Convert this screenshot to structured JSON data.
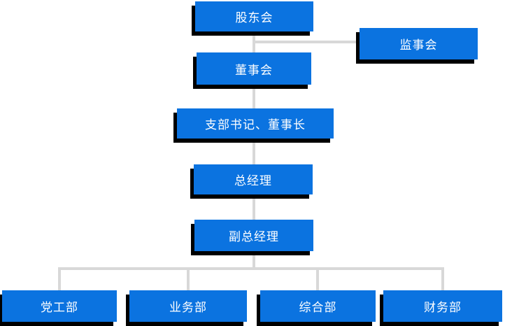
{
  "page": {
    "background": "#ffffff",
    "type": "organization-chart"
  },
  "colors": {
    "node_fill": "#0b73e0",
    "node_text": "#ffffff",
    "node_shadow": "#000000",
    "connector": "#d8d8d8"
  },
  "org_chart": {
    "nodes": [
      {
        "id": "shareholders-meeting",
        "label": "股东会",
        "parent": null
      },
      {
        "id": "supervisory-board",
        "label": "监事会",
        "parent": "shareholders-meeting"
      },
      {
        "id": "board-of-directors",
        "label": "董事会",
        "parent": "shareholders-meeting"
      },
      {
        "id": "branch-secretary-chairman",
        "label": "支部书记、董事长",
        "parent": "board-of-directors"
      },
      {
        "id": "general-manager",
        "label": "总经理",
        "parent": "branch-secretary-chairman"
      },
      {
        "id": "deputy-general-manager",
        "label": "副总经理",
        "parent": "general-manager"
      },
      {
        "id": "party-work-department",
        "label": "党工部",
        "parent": "deputy-general-manager"
      },
      {
        "id": "business-department",
        "label": "业务部",
        "parent": "deputy-general-manager"
      },
      {
        "id": "general-affairs-department",
        "label": "综合部",
        "parent": "deputy-general-manager"
      },
      {
        "id": "finance-department",
        "label": "财务部",
        "parent": "deputy-general-manager"
      }
    ]
  }
}
